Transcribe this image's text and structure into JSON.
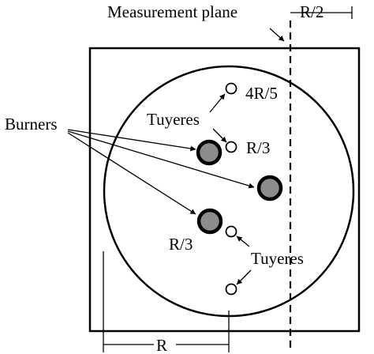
{
  "labels": {
    "measurement_plane": "Measurement plane",
    "r_half": "R/2",
    "burners": "Burners",
    "tuyeres_top": "Tuyeres",
    "tuyere_4r5": "4R/5",
    "tuyere_r3_upper": "R/3",
    "burner_r3_lower": "R/3",
    "tuyeres_bottom": "Tuyeres",
    "radius": "R"
  },
  "colors": {
    "line": "#000000",
    "burner_fill": "#8c8c8c",
    "background": "#ffffff"
  }
}
